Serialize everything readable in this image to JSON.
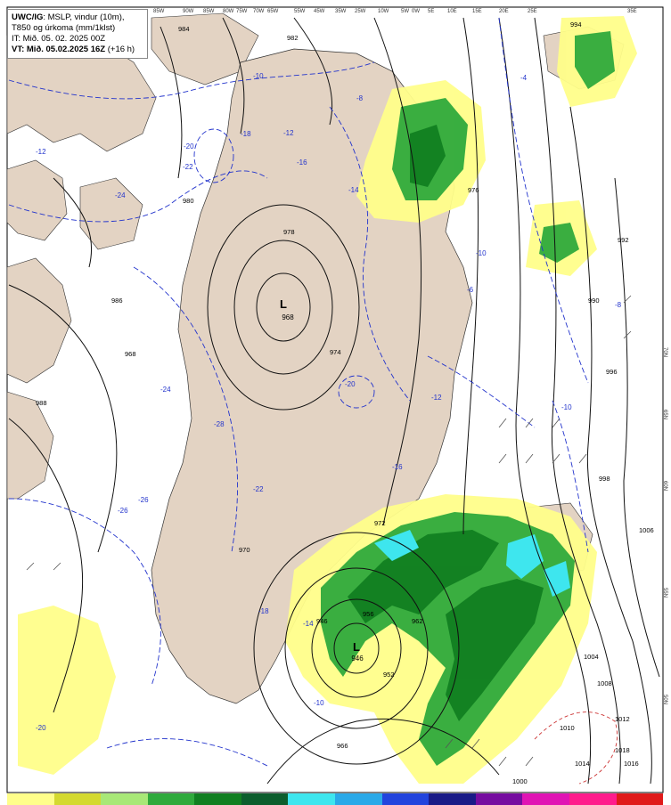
{
  "header": {
    "model": "UWC/IG",
    "desc_line1": ": MSLP, vindur (10m),",
    "desc_line2": "T850 og úrkoma (mm/1klst)",
    "it_line": "IT: Mið. 05. 02. 2025 00Z",
    "vt_line": "VT: Mið. 05.02.2025 16Z",
    "vt_offset": "(+16 h)"
  },
  "lows": [
    {
      "symbol": "L",
      "pressure": "968"
    },
    {
      "symbol": "L",
      "pressure": "946"
    }
  ],
  "longitude_labels": [
    "85W",
    "90W",
    "85W",
    "80W",
    "75W",
    "70W",
    "65W",
    "55W",
    "45W",
    "35W",
    "25W",
    "10W",
    "5W",
    "0W",
    "5E",
    "10E",
    "15E",
    "20E",
    "25E",
    "35E"
  ],
  "latitude_labels": [
    "70N",
    "65N",
    "60N",
    "55N",
    "50N"
  ],
  "isobar_labels": [
    "984",
    "982",
    "980",
    "978",
    "976",
    "974",
    "972",
    "970",
    "968",
    "966",
    "962",
    "956",
    "952",
    "946",
    "986",
    "988",
    "990",
    "992",
    "994",
    "996",
    "998",
    "1000",
    "1004",
    "1006",
    "1008",
    "1010",
    "1012",
    "1014",
    "1016",
    "1018"
  ],
  "t850_labels": [
    "-8",
    "-10",
    "-12",
    "-14",
    "-16",
    "-18",
    "-20",
    "-22",
    "-24",
    "-26",
    "-28",
    "-6",
    "-4"
  ],
  "colors": {
    "land": "#e3d3c3",
    "sea": "#ffffff",
    "isobar": "#111111",
    "t850": "#2233cc",
    "precip_scale": [
      "#fffe8a",
      "#d4d930",
      "#a8e877",
      "#2faa3c",
      "#117f21",
      "#0c5e2d",
      "#3ee6ee",
      "#2aa9e8",
      "#2244dd",
      "#1a1b87",
      "#760ca0",
      "#e014b4",
      "#ff1c8c",
      "#e01a1a"
    ]
  }
}
